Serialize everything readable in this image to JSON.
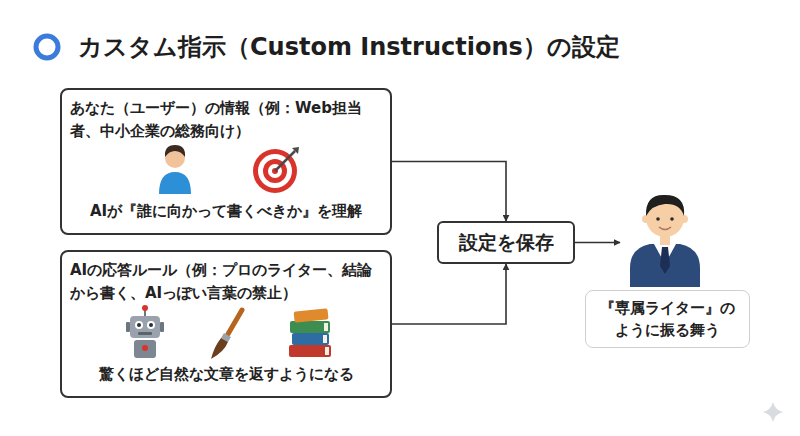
{
  "diagram": {
    "title": "カスタム指示（Custom Instructions）の設定",
    "nodes": [
      {
        "text": [
          "あなた（ユーザー）の情報（例：Web担当者、中小企業の総務向け）",
          "AIが『誰に向かって書くべきか』を理解"
        ]
      },
      {
        "text": [
          "AIの応答ルール（例：プロのライター、結論から書く、AIっぽい言葉の禁止）",
          "驚くほど自然な文章を返すようになる"
        ]
      },
      {
        "text": [
          "設定を保存"
        ]
      },
      {
        "text": [
          "『専属ライター』のように振る舞う"
        ]
      }
    ],
    "edges": [
      {
        "from": 0,
        "to": 2,
        "arrow": "to"
      },
      {
        "from": 1,
        "to": 2,
        "arrow": "to"
      },
      {
        "from": 2,
        "to": 3,
        "arrow": "to"
      }
    ]
  }
}
